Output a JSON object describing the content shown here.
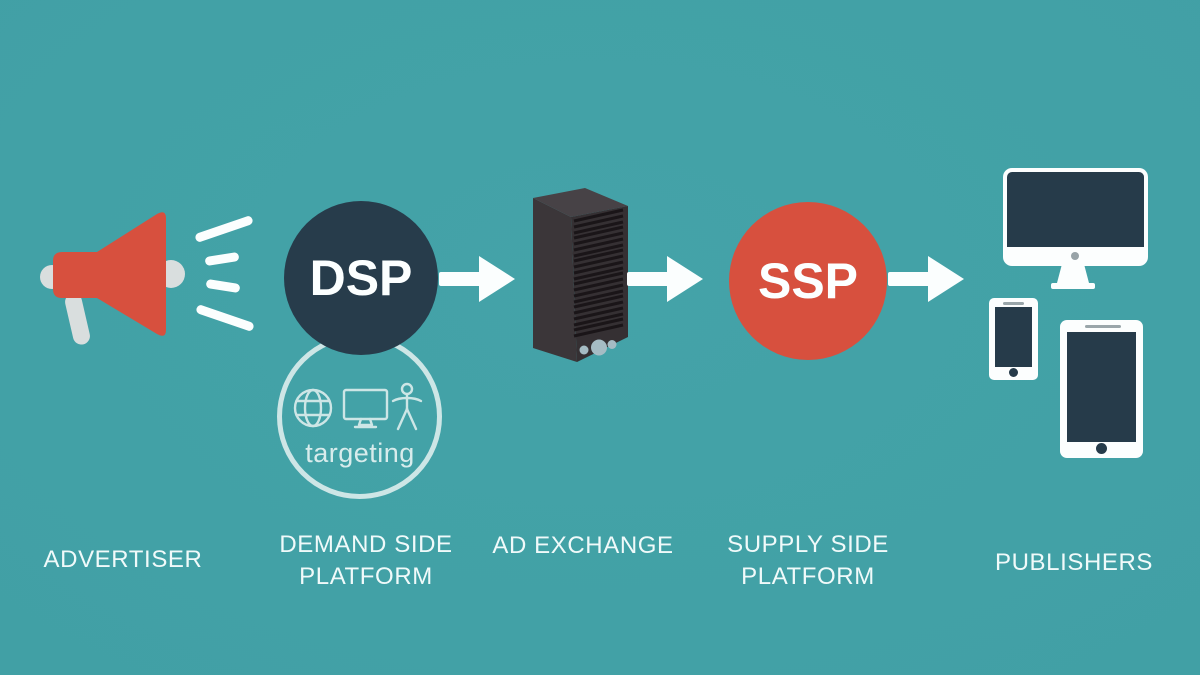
{
  "diagram": {
    "description": "Programmatic advertising ecosystem flow",
    "colors": {
      "background": "#42A1A6",
      "node_navy": "#273C4B",
      "node_red": "#D7503E",
      "arrow_white": "#FBFEFE",
      "device_white": "#FCFEFE",
      "gray_accent": "#D9DEDE",
      "ring_outline": "#E0EFEF",
      "label_text": "#F0FAFA",
      "server_body": "#353033"
    },
    "stages": [
      {
        "id": "advertiser",
        "label": "ADVERTISER",
        "icon": "megaphone"
      },
      {
        "id": "demand-side-platform",
        "node": "DSP",
        "label_lines": [
          "DEMAND SIDE",
          "PLATFORM"
        ],
        "tag_label": "targeting",
        "tag_icons": [
          "globe",
          "display",
          "person"
        ]
      },
      {
        "id": "ad-exchange",
        "label": "AD EXCHANGE",
        "icon": "server-tower"
      },
      {
        "id": "supply-side-platform",
        "node": "SSP",
        "label_lines": [
          "SUPPLY SIDE",
          "PLATFORM"
        ]
      },
      {
        "id": "publishers",
        "label": "PUBLISHERS",
        "icons": [
          "desktop-monitor",
          "smartphone",
          "tablet"
        ]
      }
    ],
    "arrows": [
      "dsp-to-exchange",
      "exchange-to-ssp",
      "ssp-to-publishers"
    ]
  }
}
